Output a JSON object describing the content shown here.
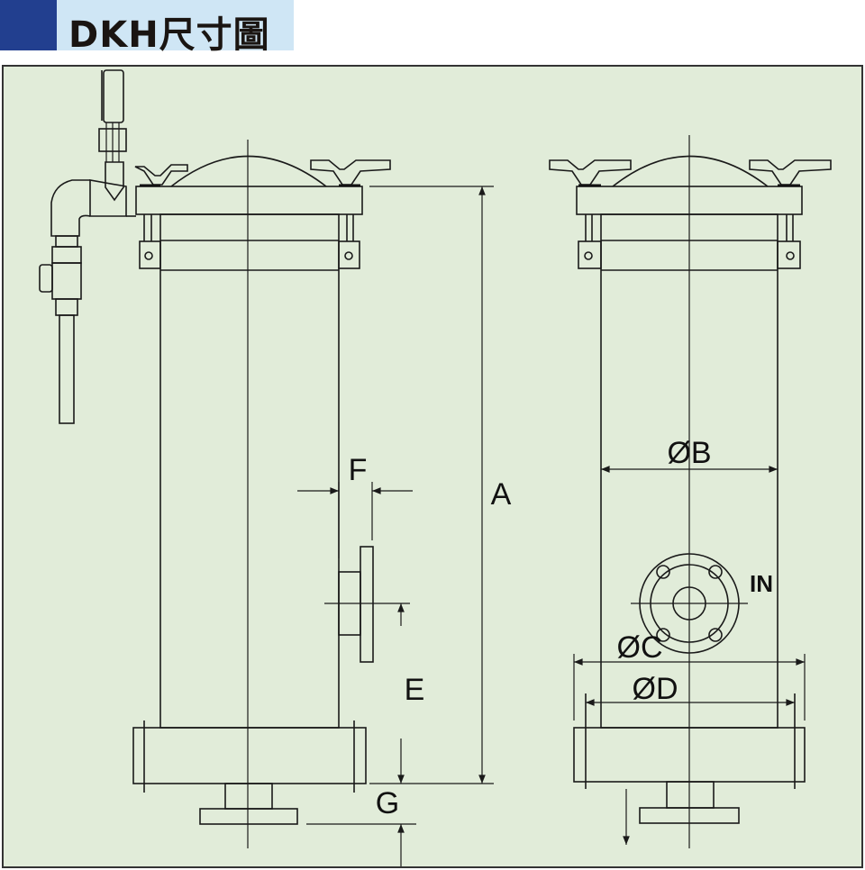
{
  "header": {
    "title": "DKH尺寸圖"
  },
  "colors": {
    "header_block": "#223f8f",
    "header_bar": "#cfe6f5",
    "drawing_bg": "#e1ecd9",
    "line": "#1a1a1a"
  },
  "labels": {
    "A": "A",
    "B": "ØB",
    "C": "ØC",
    "D": "ØD",
    "E": "E",
    "F": "F",
    "G": "G",
    "inlet": "IN"
  }
}
